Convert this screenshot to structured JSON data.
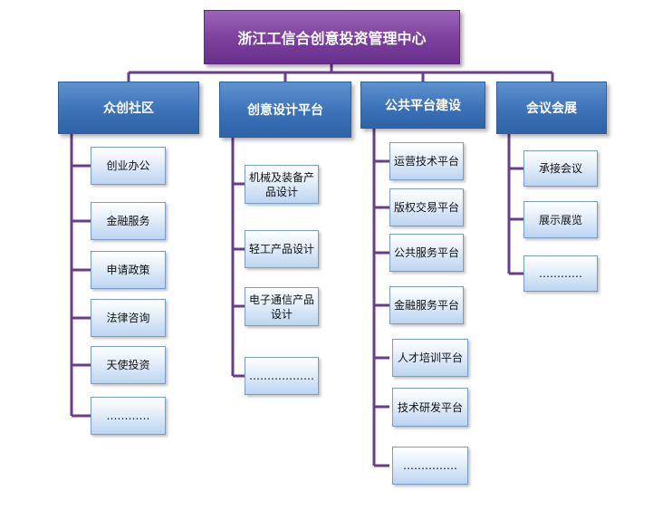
{
  "root": {
    "label": "浙江工信合创意投资管理中心"
  },
  "categories": [
    {
      "label": "众创社区",
      "items": [
        "创业办公",
        "金融服务",
        "申请政策",
        "法律咨询",
        "天使投资",
        "…………"
      ]
    },
    {
      "label": "创意设计平台",
      "items": [
        "机械及装备产品设计",
        "轻工产品设计",
        "电子通信产品设计",
        "………………"
      ]
    },
    {
      "label": "公共平台建设",
      "items": [
        "运营技术平台",
        "版权交易平台",
        "公共服务平台",
        "金融服务平台",
        "人才培训平台",
        "技术研发平台",
        "……………"
      ]
    },
    {
      "label": "会议会展",
      "items": [
        "承接会议",
        "展示展览",
        "…………"
      ]
    }
  ],
  "colors": {
    "connector": "#6a3d8a",
    "root": "#7b3f9c",
    "category": "#3b72b8",
    "leaf_border": "#7a9cc8"
  }
}
